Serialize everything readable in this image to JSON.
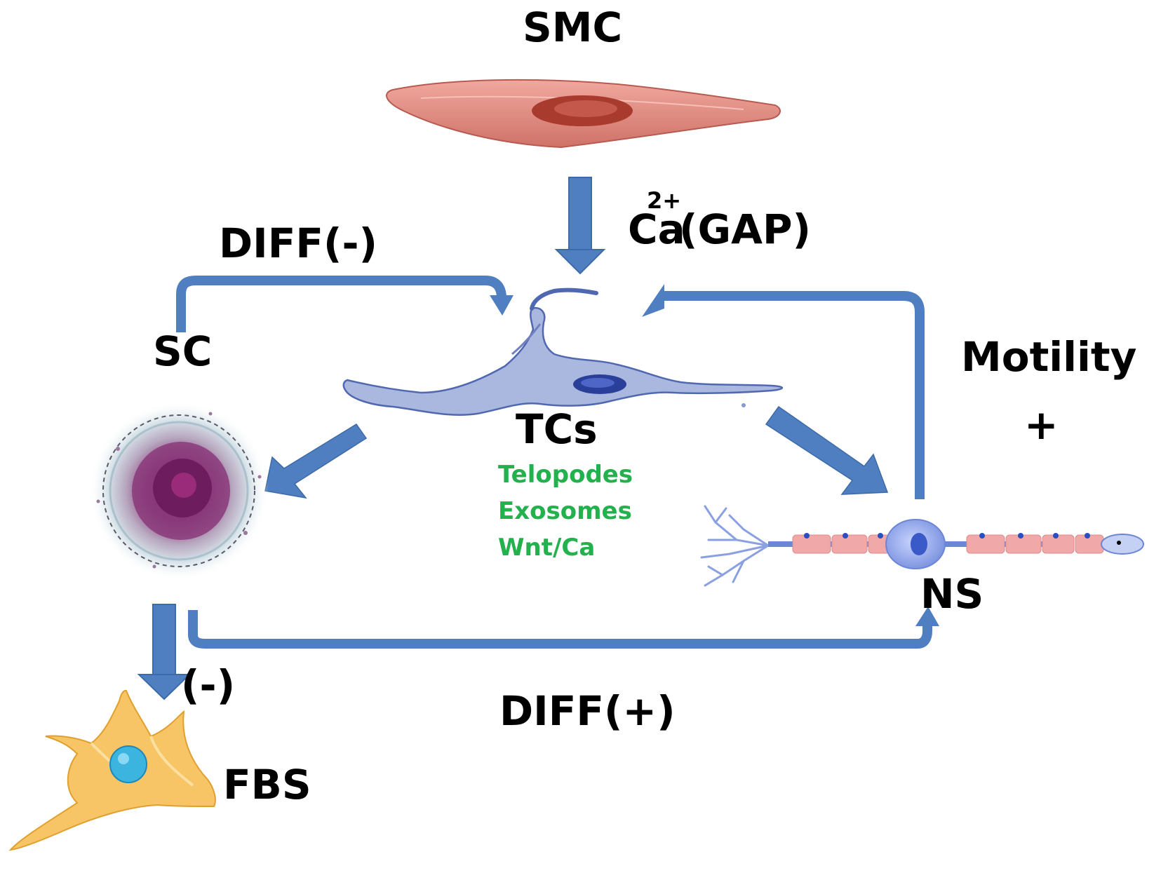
{
  "colors": {
    "arrow": "#4f7fc0",
    "arrow_stroke": "#3d6aa8",
    "smc_fill": "#e08a80",
    "smc_nucleus": "#a83a2e",
    "tc_fill": "#aab8e0",
    "tc_stroke": "#5068b0",
    "stem_core": "#7a2a6a",
    "neuron_soma": "#9db0ea",
    "myelin": "#f0a8a8",
    "fibroblast": "#f7c466",
    "fibroblast_nucleus": "#3cb4e0",
    "green_text": "#22b14c"
  },
  "labels": {
    "smc": "SMC",
    "ca": "Ca",
    "ca_sup": "2+",
    "gap": "(GAP)",
    "diff_neg": "DIFF(-)",
    "sc": "SC",
    "motility": "Motility",
    "plus": "+",
    "tcs": "TCs",
    "telopodes": "Telopodes",
    "exosomes": "Exosomes",
    "wnt": "Wnt/Ca",
    "ns": "NS",
    "neg": "(-)",
    "diff_pos": "DIFF(+)",
    "fbs": "FBS"
  },
  "icons": [
    "smooth-muscle-cell-icon",
    "telocyte-icon",
    "stem-cell-icon",
    "neuron-icon",
    "fibroblast-icon"
  ]
}
